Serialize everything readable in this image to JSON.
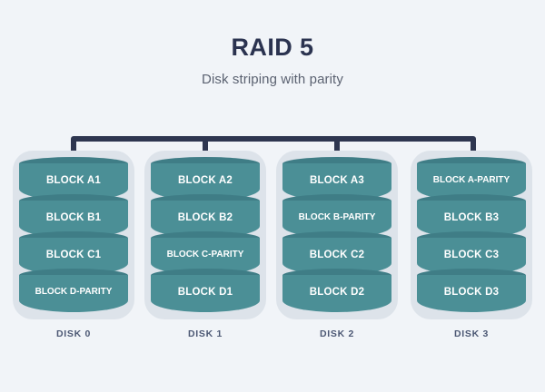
{
  "header": {
    "title": "RAID 5",
    "subtitle": "Disk striping with parity"
  },
  "colors": {
    "background": "#f1f4f8",
    "title": "#2b3350",
    "subtitle": "#5b6271",
    "bus": "#2e3650",
    "casing": "#dde3ea",
    "platter_body": "#4b8f96",
    "platter_top": "#3f7d86",
    "block_text": "#ffffff",
    "caption": "#4c5874"
  },
  "bus": {
    "name": "controller-bus",
    "stems": 4
  },
  "disks": [
    {
      "caption": "DISK 0",
      "blocks": [
        {
          "label": "BLOCK A1",
          "parity": false
        },
        {
          "label": "BLOCK B1",
          "parity": false
        },
        {
          "label": "BLOCK C1",
          "parity": false
        },
        {
          "label": "BLOCK D-PARITY",
          "parity": true
        }
      ]
    },
    {
      "caption": "DISK 1",
      "blocks": [
        {
          "label": "BLOCK A2",
          "parity": false
        },
        {
          "label": "BLOCK B2",
          "parity": false
        },
        {
          "label": "BLOCK C-PARITY",
          "parity": true
        },
        {
          "label": "BLOCK D1",
          "parity": false
        }
      ]
    },
    {
      "caption": "DISK 2",
      "blocks": [
        {
          "label": "BLOCK A3",
          "parity": false
        },
        {
          "label": "BLOCK B-PARITY",
          "parity": true
        },
        {
          "label": "BLOCK C2",
          "parity": false
        },
        {
          "label": "BLOCK D2",
          "parity": false
        }
      ]
    },
    {
      "caption": "DISK 3",
      "blocks": [
        {
          "label": "BLOCK A-PARITY",
          "parity": true
        },
        {
          "label": "BLOCK B3",
          "parity": false
        },
        {
          "label": "BLOCK C3",
          "parity": false
        },
        {
          "label": "BLOCK D3",
          "parity": false
        }
      ]
    }
  ]
}
